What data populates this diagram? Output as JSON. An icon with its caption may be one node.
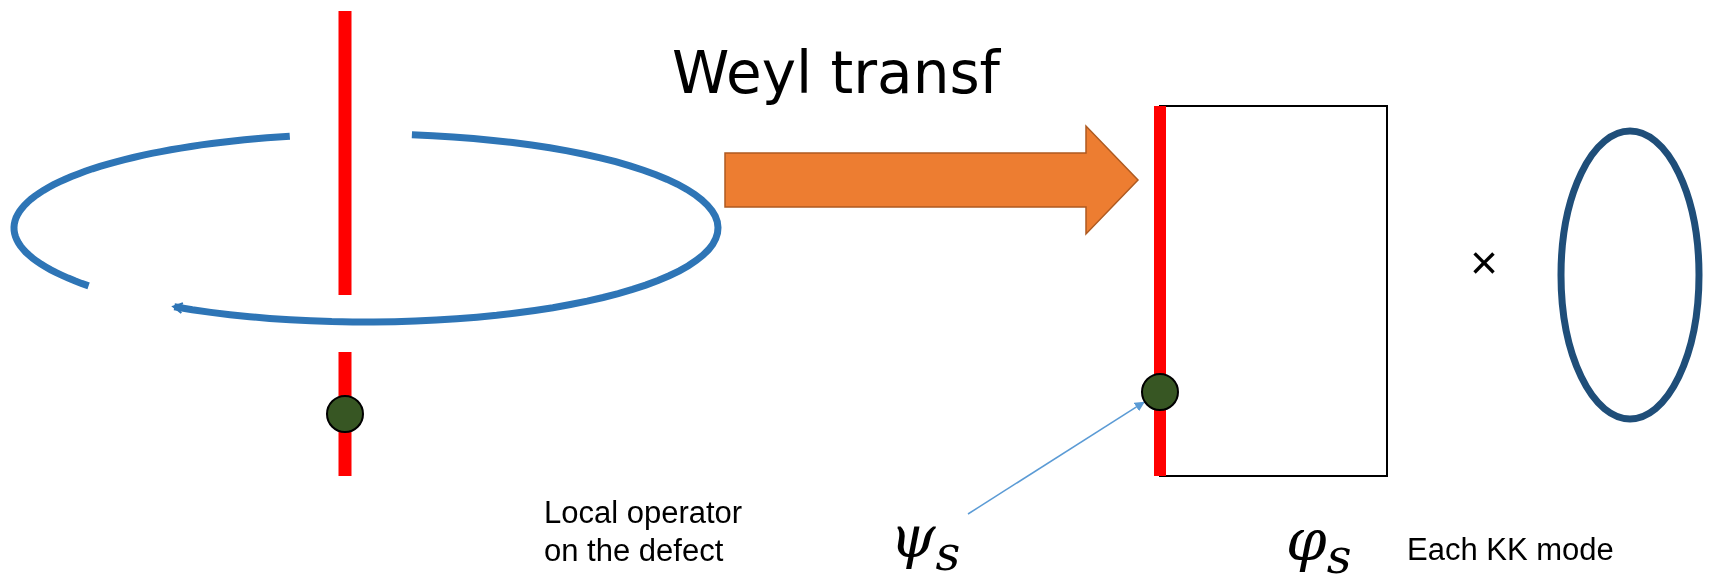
{
  "diagram": {
    "nodes": [
      {
        "text": [],
        "shape": "picture"
      },
      {
        "text": [],
        "shape": "picture"
      },
      {
        "text": [],
        "shape": "circle",
        "in": 1
      },
      {
        "text": [
          "ψ$_{s}$"
        ]
      }
    ],
    "edges": [
      {
        "from": 0,
        "to": 1,
        "arrow": "to",
        "label": "Weyl transf",
        "style": "thick",
        "color": "#ed7d31"
      },
      {
        "from": 3,
        "to": 2,
        "arrow": "to",
        "color": "#5b9bd5"
      }
    ],
    "labels": [
      "Local operator on the defect",
      "×",
      "φ$_{s}$",
      "Each KK mode"
    ]
  }
}
